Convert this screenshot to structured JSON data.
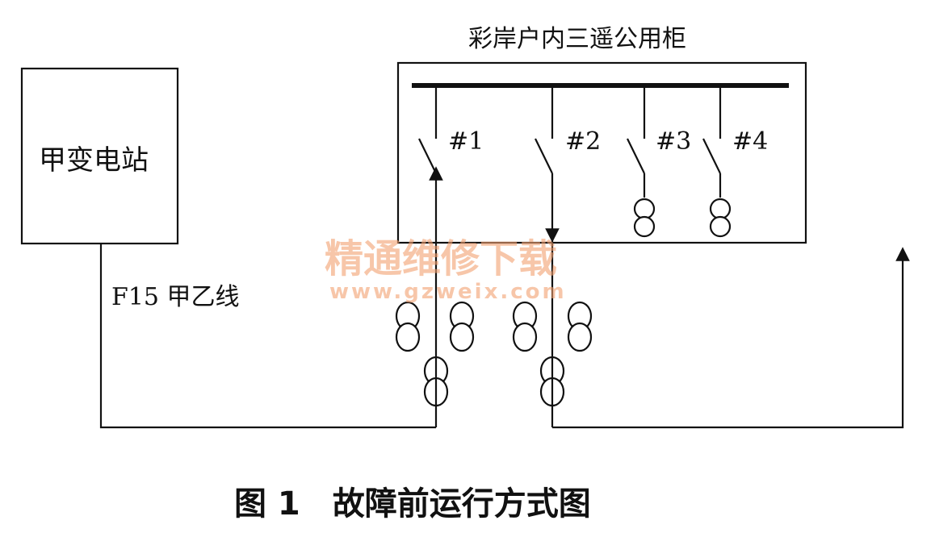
{
  "diagram": {
    "cabinet_title": "彩岸户内三遥公用柜",
    "station_label": "甲变电站",
    "line_label": "F15 甲乙线",
    "switches": [
      "#1",
      "#2",
      "#3",
      "#4"
    ],
    "caption": "图 1　故障前运行方式图"
  },
  "watermark": {
    "title": "精通维修下载",
    "url": "www.gzweix.com",
    "color": "#f2a070"
  }
}
